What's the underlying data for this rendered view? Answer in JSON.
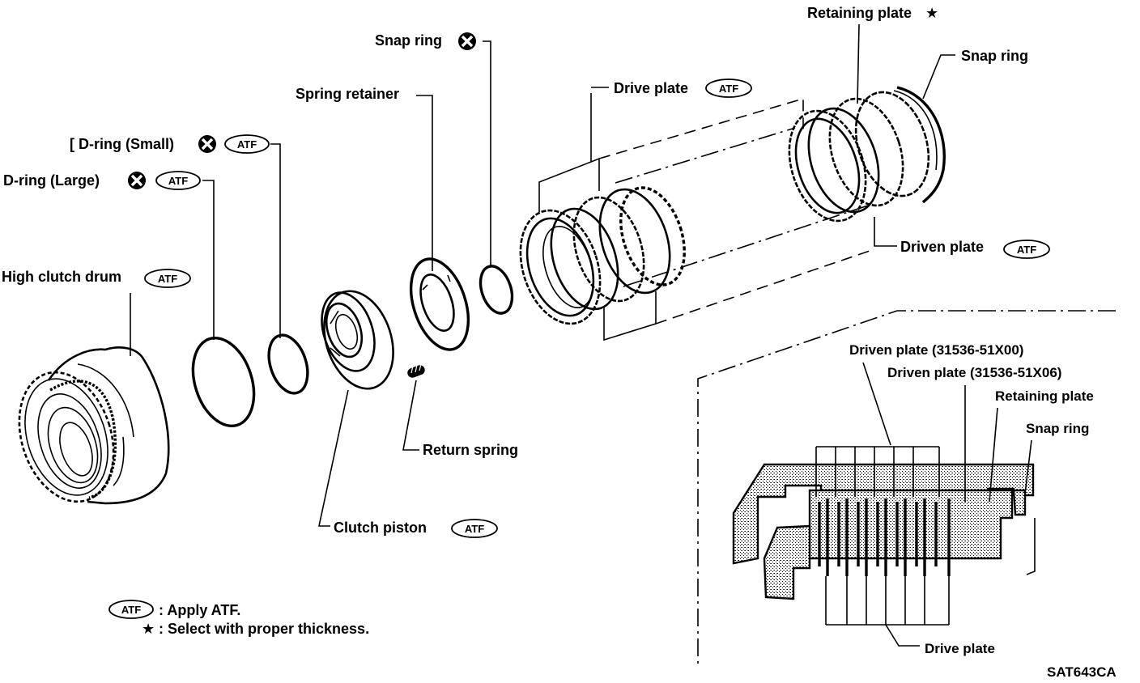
{
  "figure_code": "SAT643CA",
  "colors": {
    "ink": "#000000",
    "paper": "#ffffff"
  },
  "symbols": {
    "atf_badge": "ATF",
    "do_not_reuse_icon": "x-circle",
    "star_icon": "★"
  },
  "exploded_view": {
    "labels": {
      "d_ring_small_prefix": "[",
      "d_ring_small": "D-ring (Small)",
      "d_ring_large": "D-ring (Large)",
      "high_clutch_drum": "High clutch drum",
      "spring_retainer": "Spring retainer",
      "snap_ring_inner": "Snap ring",
      "drive_plate": "Drive plate",
      "retaining_plate": "Retaining plate",
      "retaining_plate_star": "★",
      "snap_ring_outer": "Snap ring",
      "driven_plate": "Driven plate",
      "return_spring": "Return spring",
      "clutch_piston": "Clutch piston"
    },
    "atf_marks": {
      "d_ring_small": "ATF",
      "d_ring_large": "ATF",
      "high_clutch_drum": "ATF",
      "drive_plate": "ATF",
      "driven_plate": "ATF",
      "clutch_piston": "ATF"
    }
  },
  "cross_section": {
    "labels": {
      "driven_plate_00": "Driven plate (31536-51X00)",
      "driven_plate_06": "Driven plate (31536-51X06)",
      "retaining_plate": "Retaining plate",
      "snap_ring": "Snap ring",
      "drive_plate": "Drive plate"
    }
  },
  "legend": {
    "atf_badge": "ATF",
    "atf_text": ": Apply ATF.",
    "star_symbol": "★",
    "star_text": ": Select with proper thickness."
  }
}
